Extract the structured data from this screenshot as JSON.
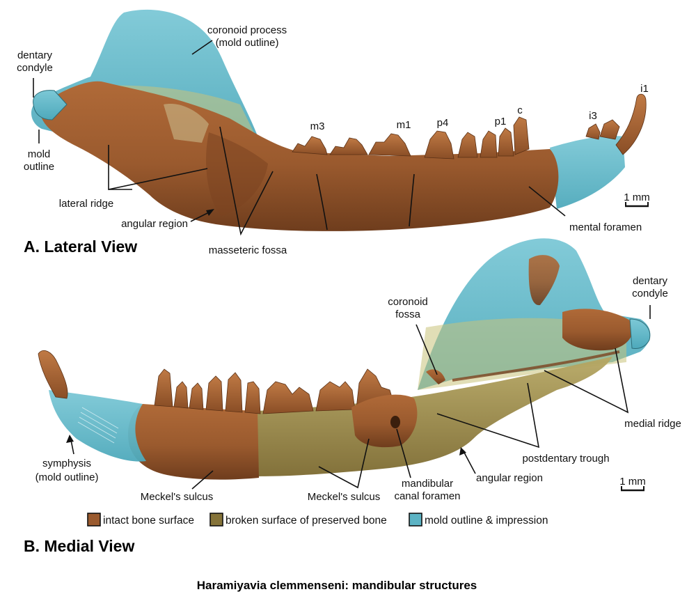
{
  "colors": {
    "intact_bone": "#9a5a2e",
    "broken_surface": "#857339",
    "mold_outline": "#5cb3c4",
    "background": "#ffffff"
  },
  "caption": "Haramiyavia clemmenseni: mandibular structures",
  "lateral": {
    "title": "A. Lateral View",
    "labels": {
      "coronoid_1": "coronoid process",
      "coronoid_2": "(mold outline)",
      "condyle_1": "dentary",
      "condyle_2": "condyle",
      "mold_1": "mold",
      "mold_2": "outline",
      "lateral_ridge": "lateral ridge",
      "angular_region": "angular region",
      "masseteric_fossa": "masseteric fossa",
      "mental_foramen": "mental foramen",
      "scale": "1 mm"
    },
    "teeth": {
      "m3": "m3",
      "m1": "m1",
      "p4": "p4",
      "p1": "p1",
      "c": "c",
      "i3": "i3",
      "i1": "i1"
    }
  },
  "medial": {
    "title": "B. Medial View",
    "labels": {
      "coronoid_fossa_1": "coronoid",
      "coronoid_fossa_2": "fossa",
      "condyle_1": "dentary",
      "condyle_2": "condyle",
      "medial_ridge": "medial ridge",
      "postdentary_trough": "postdentary trough",
      "angular_region": "angular region",
      "symphysis_1": "symphysis",
      "symphysis_2": "(mold outline)",
      "meckels_sulcus_left": "Meckel's sulcus",
      "meckels_sulcus_right": "Meckel's sulcus",
      "canal_foramen_1": "mandibular",
      "canal_foramen_2": "canal foramen",
      "scale": "1 mm"
    }
  },
  "legend": [
    {
      "label": "intact bone surface",
      "color": "#9a5a2e"
    },
    {
      "label": "broken surface of preserved bone",
      "color": "#857339"
    },
    {
      "label": "mold outline & impression",
      "color": "#5cb3c4"
    }
  ]
}
